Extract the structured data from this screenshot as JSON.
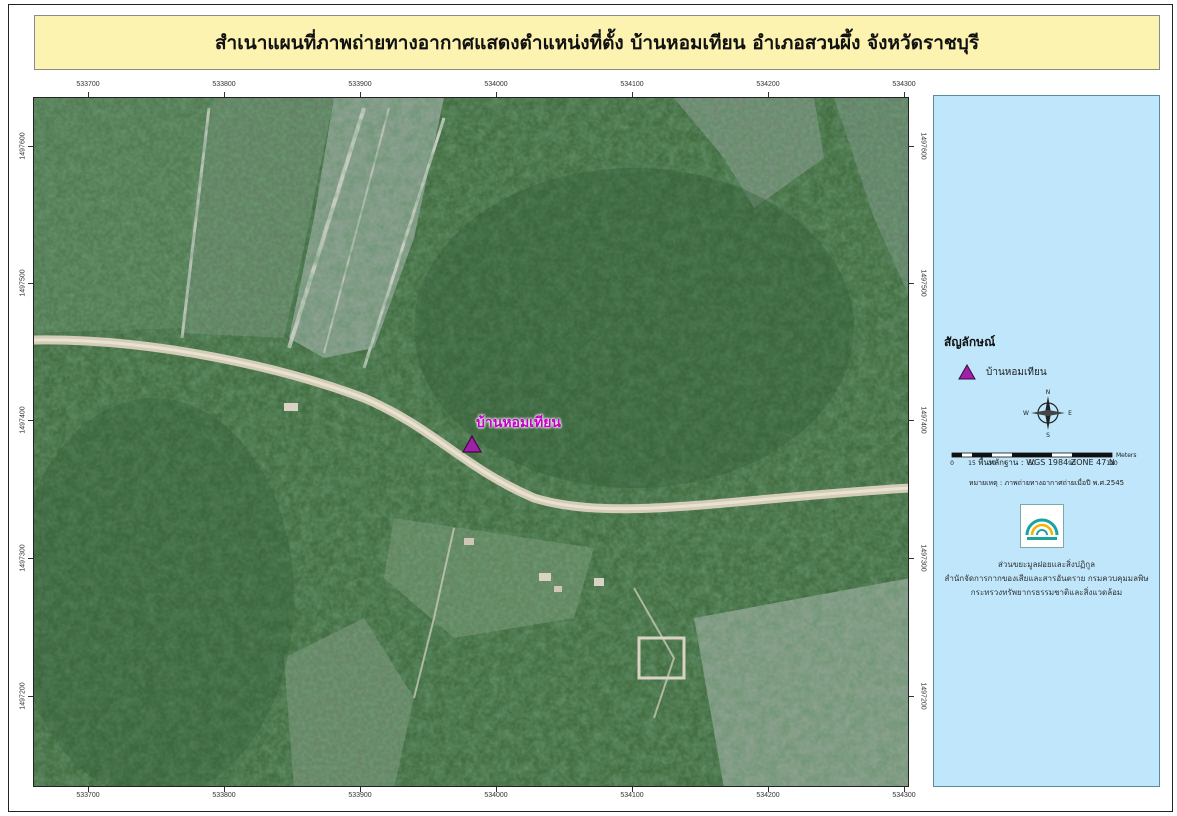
{
  "title": "สำเนาแผนที่ภาพถ่ายทางอากาศแสดงตำแหน่งที่ตั้ง บ้านหอมเทียน อำเภอสวนผึ้ง จังหวัดราชบุรี",
  "grid": {
    "eastings": [
      "533700",
      "533800",
      "533900",
      "534000",
      "534100",
      "534200",
      "534300"
    ],
    "northings": [
      "1497600",
      "1497500",
      "1497400",
      "1497300",
      "1497200"
    ]
  },
  "map": {
    "place_label": "บ้านหอมเทียน",
    "marker_color": "#a020a8",
    "label_color": "#c400c8",
    "road_color": "#c8c3b0",
    "forest_color": "#3f6b40"
  },
  "legend": {
    "heading": "สัญลักษณ์",
    "item_label": "บ้านหอมเทียน",
    "compass": {
      "n": "N",
      "s": "S",
      "e": "E",
      "w": "W"
    },
    "datum": "พื้นหลักฐาน : WGS 1984 ZONE 47 N",
    "scale_unit": "Meters",
    "scale_ticks": [
      "0",
      "15",
      "30",
      "60",
      "90",
      "120"
    ],
    "note": "หมายเหตุ : ภาพถ่ายทางอากาศถ่ายเมื่อปี พ.ศ.2545",
    "org_lines": [
      "ส่วนขยะมูลฝอยและสิ่งปฏิกูล",
      "สำนักจัดการกากของเสียและสารอันตราย กรมควบคุมมลพิษ",
      "กระทรวงทรัพยากรธรรมชาติและสิ่งแวดล้อม"
    ]
  }
}
